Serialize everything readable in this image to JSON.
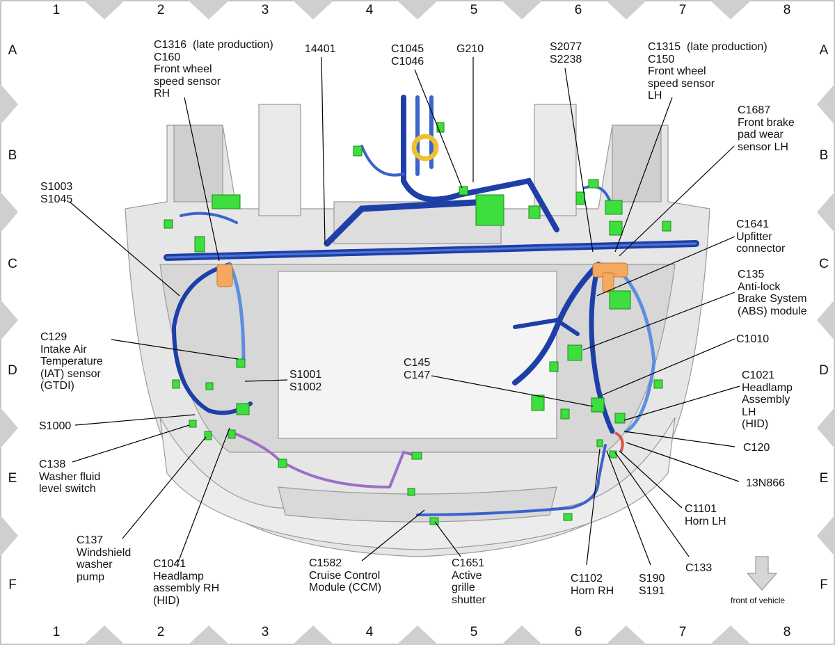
{
  "grid": {
    "columns": [
      "1",
      "2",
      "3",
      "4",
      "5",
      "6",
      "7",
      "8"
    ],
    "rows": [
      "A",
      "B",
      "C",
      "D",
      "E",
      "F"
    ]
  },
  "callouts": {
    "c1316": "C1316  (late production)\nC160\nFront wheel\nspeed sensor\nRH",
    "n14401": "14401",
    "c1045": "C1045\nC1046",
    "g210": "G210",
    "s2077": "S2077\nS2238",
    "c1315": "C1315  (late production)\nC150\nFront wheel\nspeed sensor\nLH",
    "c1687": "C1687\nFront brake\npad wear\nsensor LH",
    "s1003": "S1003\nS1045",
    "c1641": "C1641\nUpfitter\nconnector",
    "c135": "C135\nAnti-lock\nBrake System\n(ABS) module",
    "c129": "C129\nIntake Air\nTemperature\n(IAT) sensor\n(GTDI)",
    "c1010": "C1010",
    "s1001": "S1001\nS1002",
    "c145": "C145\nC147",
    "c1021": "C1021\nHeadlamp\nAssembly\nLH\n(HID)",
    "s1000": "S1000",
    "c120": "C120",
    "c138": "C138\nWasher fluid\nlevel switch",
    "n13n866": "13N866",
    "c1101": "C1101\nHorn LH",
    "c137": "C137\nWindshield\nwasher\npump",
    "c133": "C133",
    "c1041": "C1041\nHeadlamp\nassembly RH\n(HID)",
    "c1582": "C1582\nCruise Control\nModule (CCM)",
    "c1651": "C1651\nActive\ngrille\nshutter",
    "c1102": "C1102\nHorn RH",
    "s190": "S190\nS191"
  },
  "front_label": "front of vehicle",
  "colors": {
    "harness": "#1e3fa8",
    "harness_light": "#5d8ee0",
    "connector": "#3dde3d",
    "ground": "#f0c030",
    "splice": "#f4a860",
    "purple_wire": "#9b6fc8",
    "body_gray": "#dcdcdc",
    "grid_marker": "#cccccc"
  }
}
